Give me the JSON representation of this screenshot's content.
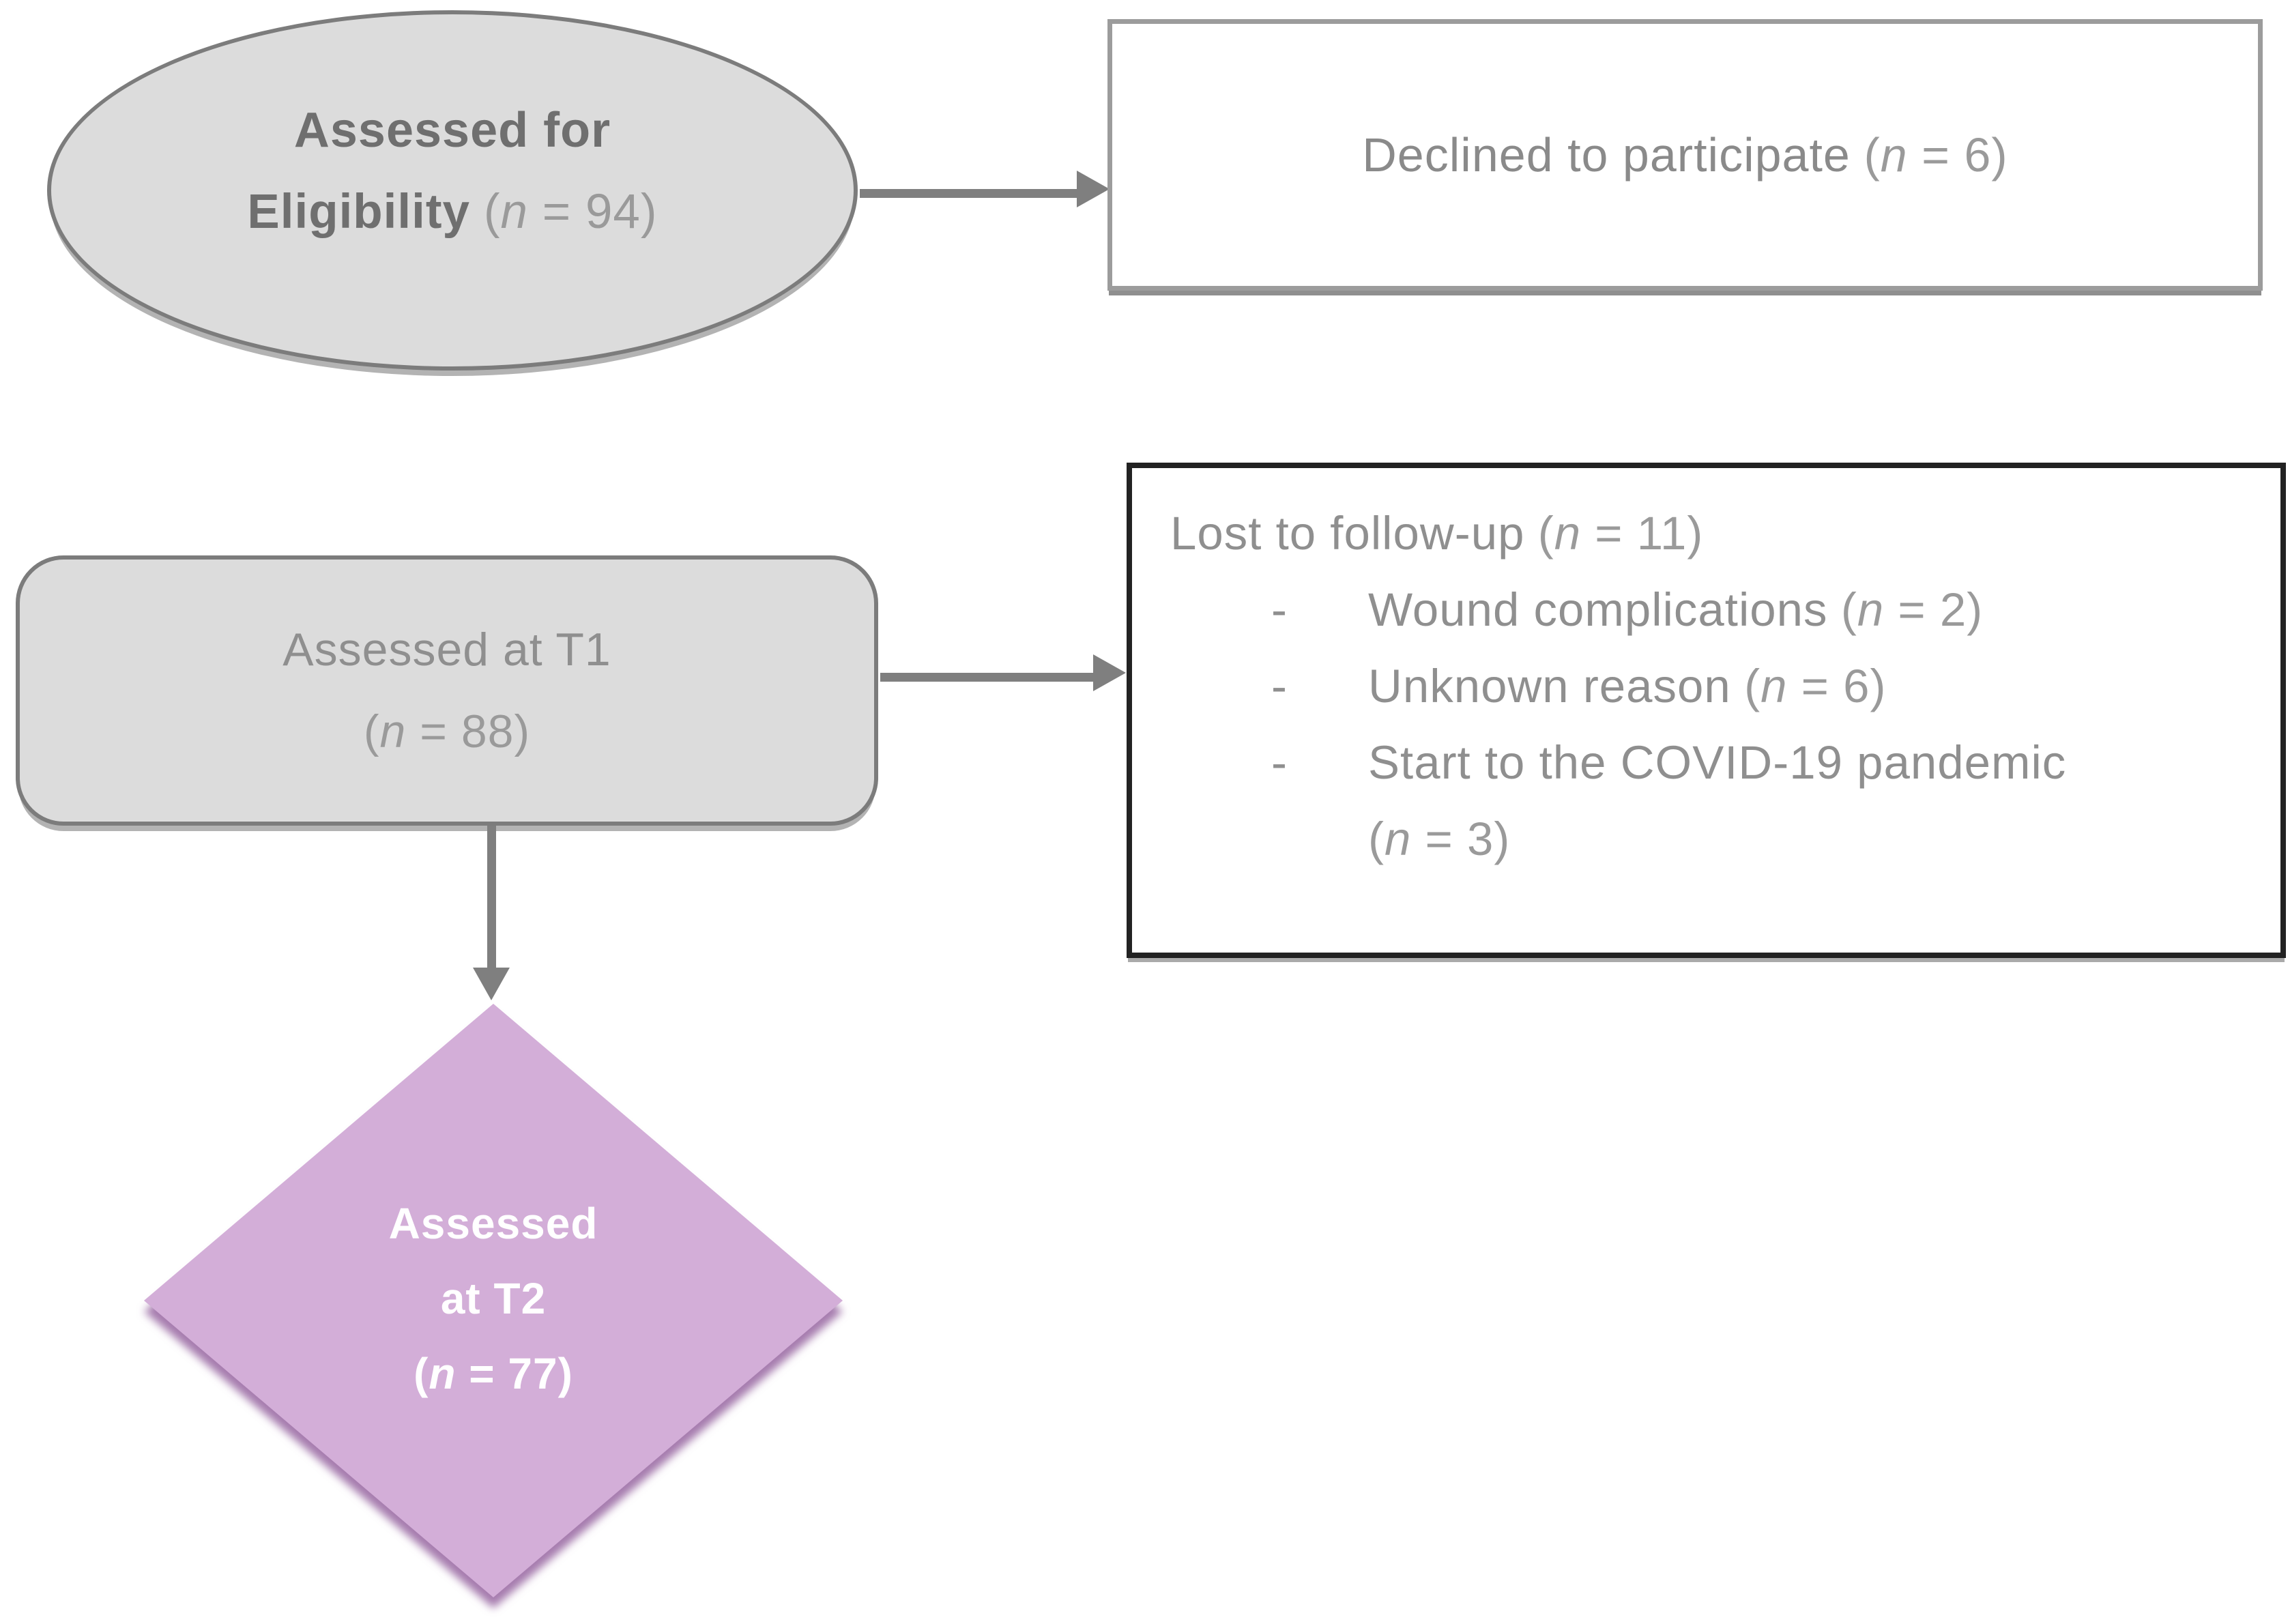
{
  "colors": {
    "background": "#ffffff",
    "node_fill": "#dcdcdc",
    "node_border": "#7c7c7c",
    "node_text_bold": "#6f6f6f",
    "node_text": "#8f8f8f",
    "n_text": "#9a9a9a",
    "declined_border": "#9c9c9c",
    "lost_border": "#222222",
    "arrow": "#7f7f7f",
    "diamond_fill": "#d3aed8",
    "diamond_shadow": "#a67cae",
    "diamond_text": "#ffffff"
  },
  "eligibility": {
    "line1": "Assessed for",
    "line2_bold": "Eligibility",
    "n": {
      "open": "(",
      "sym": "n",
      "rest": " = 94)"
    }
  },
  "declined": {
    "text": "Declined to participate",
    "n": {
      "open": "(",
      "sym": "n",
      "rest": " = 6)"
    }
  },
  "t1": {
    "line1": "Assessed at T1",
    "n": {
      "open": "(",
      "sym": "n",
      "rest": " = 88)"
    }
  },
  "lost": {
    "title": "Lost to follow-up",
    "title_n": {
      "open": "(",
      "sym": "n",
      "rest": " = 11)"
    },
    "bullet": "-",
    "items": [
      {
        "text": "Wound complications",
        "n": {
          "open": "(",
          "sym": "n",
          "rest": " = 2)"
        }
      },
      {
        "text": "Unknown reason",
        "n": {
          "open": "(",
          "sym": "n",
          "rest": " = 6)"
        }
      },
      {
        "text": "Start to the COVID-19 pandemic"
      }
    ],
    "overflow_n": {
      "open": "(",
      "sym": "n",
      "rest": " = 3)"
    }
  },
  "t2": {
    "line1": "Assessed",
    "line2": "at T2",
    "n": {
      "open": "(",
      "sym": "n",
      "rest": " = 77)"
    }
  }
}
